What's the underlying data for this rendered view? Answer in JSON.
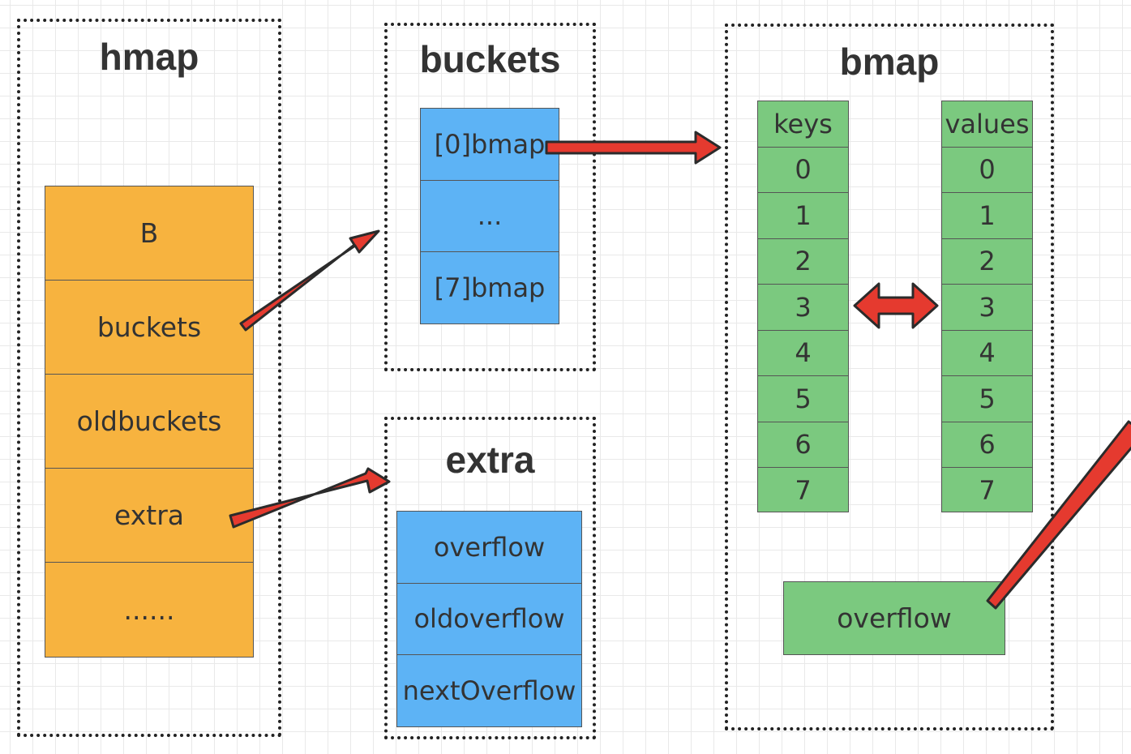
{
  "hmap": {
    "title": "hmap",
    "fields": [
      "B",
      "buckets",
      "oldbuckets",
      "extra",
      "......"
    ]
  },
  "buckets": {
    "title": "buckets",
    "items": [
      "[0]bmap",
      "...",
      "[7]bmap"
    ]
  },
  "extra": {
    "title": "extra",
    "items": [
      "overflow",
      "oldoverflow",
      "nextOverflow"
    ]
  },
  "bmap": {
    "title": "bmap",
    "keys": [
      "keys",
      "0",
      "1",
      "2",
      "3",
      "4",
      "5",
      "6",
      "7"
    ],
    "values": [
      "values",
      "0",
      "1",
      "2",
      "3",
      "4",
      "5",
      "6",
      "7"
    ],
    "overflow": "overflow"
  },
  "colors": {
    "hmap_fields": "#f7b33f",
    "buckets_items": "#5db3f5",
    "bmap_slots": "#7bc97f",
    "arrows": "#e53a2f"
  }
}
